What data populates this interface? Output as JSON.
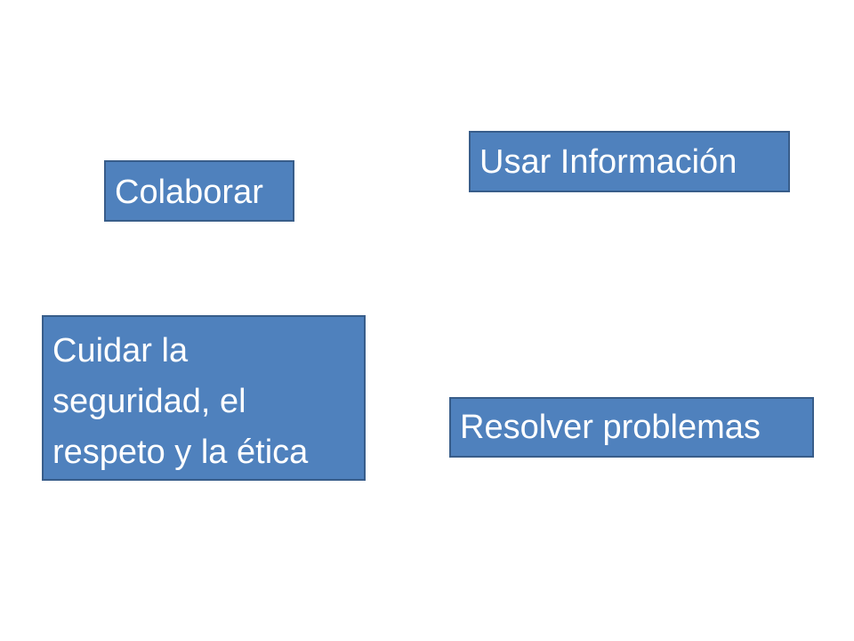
{
  "boxes": {
    "colaborar": "Colaborar",
    "usar_informacion": "Usar Información",
    "cuidar": "Cuidar la seguridad, el respeto y la ética",
    "resolver": "Resolver problemas"
  },
  "colors": {
    "box_fill": "#4f81bd",
    "box_border": "#385d8a",
    "text": "#ffffff",
    "background": "#ffffff"
  }
}
